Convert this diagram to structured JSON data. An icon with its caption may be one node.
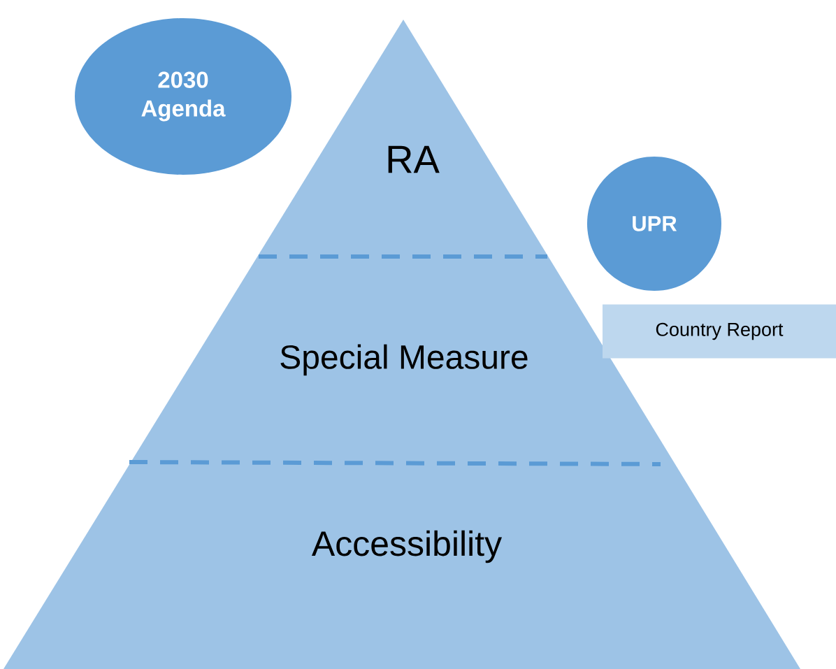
{
  "diagram": {
    "nodes": [
      {
        "text": [
          "RA",
          "Special Measure",
          "Accessibility"
        ]
      },
      {
        "text": [
          "2030 Agenda"
        ]
      },
      {
        "text": [
          "UPR"
        ]
      },
      {
        "text": [
          "Country Report"
        ]
      }
    ]
  }
}
